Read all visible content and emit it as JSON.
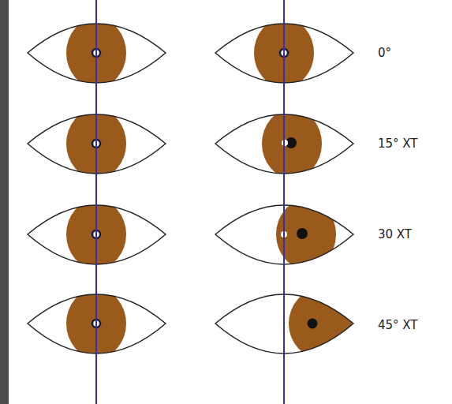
{
  "diagram": {
    "labels": [
      "0°",
      "15° XT",
      "30 XT",
      "45° XT"
    ]
  }
}
